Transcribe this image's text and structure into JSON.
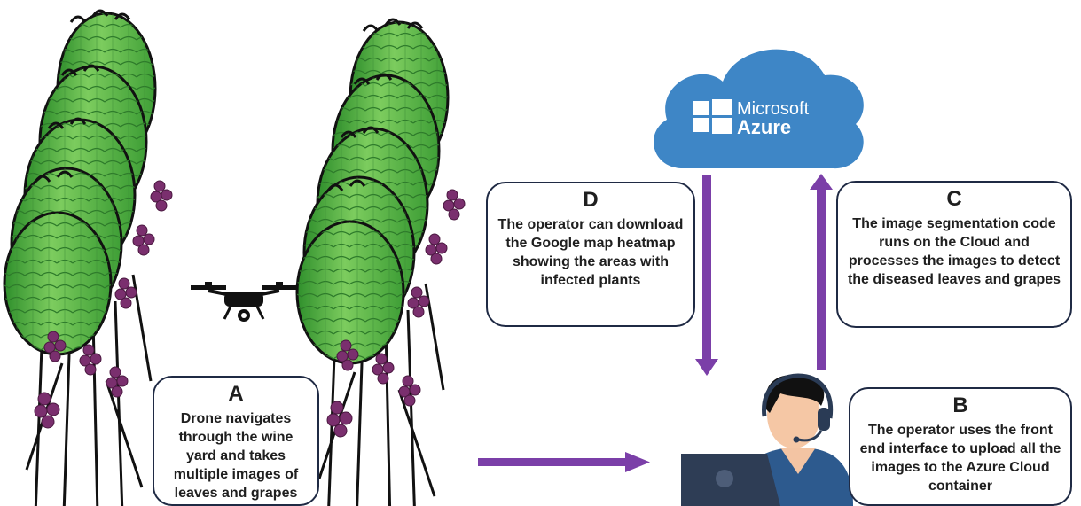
{
  "cloud": {
    "brand_top": "Microsoft",
    "brand_bottom": "Azure",
    "color": "#3e86c6",
    "icon": "windows-logo-icon"
  },
  "steps": {
    "a": {
      "letter": "A",
      "text": "Drone navigates through the wine yard and takes multiple images of leaves and grapes"
    },
    "b": {
      "letter": "B",
      "text": "The operator uses the front end interface to upload all the images to the Azure Cloud container"
    },
    "c": {
      "letter": "C",
      "text": "The image segmentation code runs on the Cloud and processes the images to detect the diseased leaves and grapes"
    },
    "d": {
      "letter": "D",
      "text": "The operator can download the Google map heatmap showing the areas with infected plants"
    }
  },
  "colors": {
    "arrow": "#7b3fa8",
    "box_border": "#1f2a44",
    "foliage": "#5cb64a",
    "foliage_light": "#a9d98a",
    "grapes": "#7a2f6e",
    "trunk": "#111111"
  },
  "icons": {
    "drone": "drone-icon",
    "operator": "operator-headset-icon",
    "laptop": "laptop-icon"
  }
}
